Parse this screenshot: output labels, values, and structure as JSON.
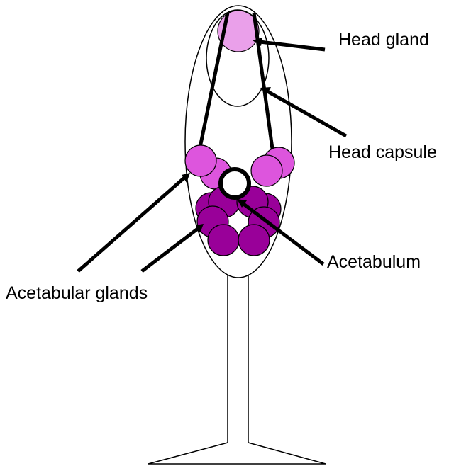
{
  "labels": {
    "head_gland": "Head gland",
    "head_capsule": "Head capsule",
    "acetabulum": "Acetabulum",
    "acetabular_glands": "Acetabular glands"
  },
  "colors": {
    "head_gland": "#eaa0ea",
    "upper_acetabular_glands": "#dd55dd",
    "lower_acetabular_glands": "#990099",
    "outline": "#000000",
    "background": "#ffffff"
  }
}
